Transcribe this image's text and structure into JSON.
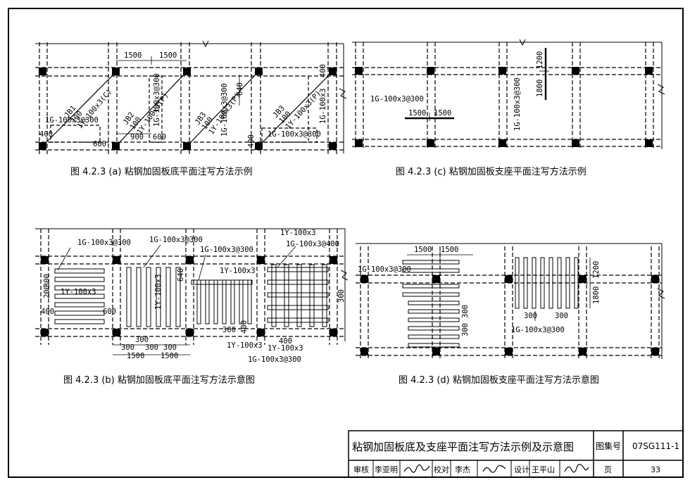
{
  "captions": {
    "a": "图 4.2.3 (a) 粘钢加固板底平面注写方法示例",
    "b": "图 4.2.3 (b) 粘钢加固板底平面注写方法示意图",
    "c": "图 4.2.3 (c) 粘钢加固板支座平面注写方法示例",
    "d": "图 4.2.3 (d) 粘钢加固板支座平面注写方法示意图"
  },
  "fig_a": {
    "jb1": [
      "JB1",
      "100",
      "1Y-100x3(C)"
    ],
    "jb2": [
      "JB2",
      "100",
      "1Y-100x3(P)"
    ],
    "jb3a": [
      "JB3",
      "100",
      "1Y-100x3(P)"
    ],
    "jb3b": [
      "JB3",
      "100",
      "1Y-100x3(P)"
    ],
    "g1": "1G-100x3@300",
    "g2": "1G-100x3@300",
    "g3": "1G-100x3@300",
    "g4": "1G-100x3@300",
    "g5": "1G-100x3",
    "d1500a": "1500",
    "d1500b": "1500",
    "d900": "900",
    "d600a": "600",
    "d600b": "600",
    "d400a": "400",
    "d400b": "400",
    "d400c": "400",
    "d640": "640"
  },
  "fig_b": {
    "g1": "1G-100x3@300",
    "g2": "1G-100x3@300",
    "g3": "1G-100x3@300",
    "g4": "1G-100x3@400",
    "g5": "1G-100x3@300",
    "y1": "1Y-100x3",
    "y2": "1Y-100x3",
    "y3": "1Y-100x3",
    "y4": "1Y-100x3",
    "y5": "1Y-100x3",
    "y6": "1Y-100x3",
    "d200": "200",
    "d300a": "300",
    "d400a": "400",
    "d600": "600",
    "d640": "640",
    "d300b": "300",
    "d400b": "400",
    "d300c": "300",
    "d300d": "300",
    "d300e": "300",
    "d300f": "300",
    "d300g": "300",
    "d1500a": "1500",
    "d1500b": "1500",
    "d400c": "400"
  },
  "fig_c": {
    "g1": "1G-100x3@300",
    "g2": "1G-100x3@300",
    "d1500a": "1500",
    "d1500b": "1500",
    "d1200": "1200",
    "d1800": "1800"
  },
  "fig_d": {
    "g1": "1G-100x3@300",
    "g2": "1G-100x3@300",
    "d1500a": "1500",
    "d1500b": "1500",
    "d1200": "1200",
    "d1800": "1800",
    "d300a": "300",
    "d300b": "300",
    "d300c": "300",
    "d300d": "300"
  },
  "title_block": {
    "title": "粘钢加固板底及支座平面注写方法示例及示意图",
    "atlas_label": "图集号",
    "atlas_no": "07SG111-1",
    "review_label": "审核",
    "reviewer": "李亚明",
    "check_label": "校对",
    "checker": "李杰",
    "design_label": "设计",
    "designer": "王平山",
    "page_label": "页",
    "page_no": "33"
  }
}
